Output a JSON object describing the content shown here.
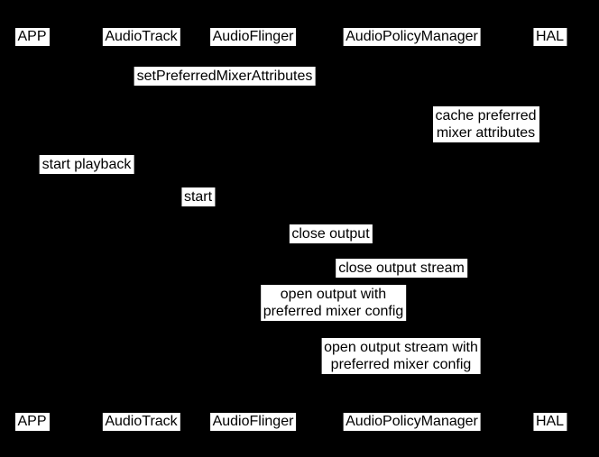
{
  "diagram": {
    "type": "sequence",
    "background_color": "#000000",
    "label_background_color": "#ffffff",
    "label_text_color": "#000000",
    "participants": [
      {
        "name": "APP"
      },
      {
        "name": "AudioTrack"
      },
      {
        "name": "AudioFlinger"
      },
      {
        "name": "AudioPolicyManager"
      },
      {
        "name": "HAL"
      }
    ],
    "messages": [
      {
        "label": "setPreferredMixerAttributes",
        "between": [
          "APP",
          "AudioPolicyManager"
        ]
      },
      {
        "label": "cache preferred\nmixer attributes",
        "between": [
          "AudioPolicyManager",
          "HAL"
        ]
      },
      {
        "label": "start playback",
        "between": [
          "APP",
          "AudioTrack"
        ]
      },
      {
        "label": "start",
        "between": [
          "AudioTrack",
          "AudioFlinger"
        ]
      },
      {
        "label": "close output",
        "between": [
          "AudioFlinger",
          "AudioPolicyManager"
        ]
      },
      {
        "label": "close output stream",
        "between": [
          "AudioFlinger",
          "HAL"
        ]
      },
      {
        "label": "open output with\npreferred mixer config",
        "between": [
          "AudioFlinger",
          "AudioPolicyManager"
        ]
      },
      {
        "label": "open output stream with\npreferred mixer config",
        "between": [
          "AudioFlinger",
          "HAL"
        ]
      }
    ]
  }
}
